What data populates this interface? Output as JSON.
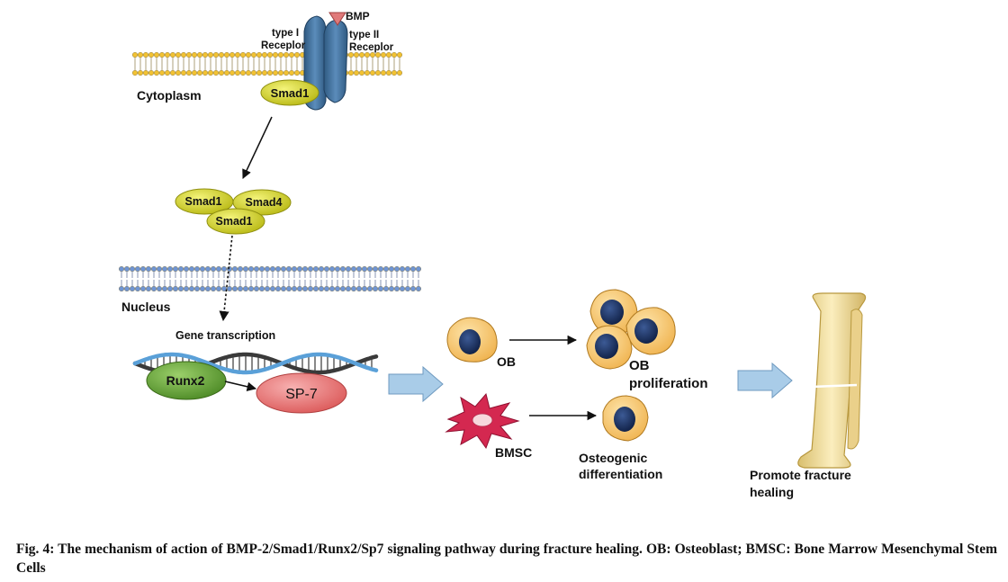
{
  "diagram": {
    "bmp": "BMP",
    "receptor_type1_line1": "type I",
    "receptor_type1_line2": "Receplor",
    "receptor_type2_line1": "type II",
    "receptor_type2_line2": "Receplor",
    "cytoplasm": "Cytoplasm",
    "smad1_membrane": "Smad1",
    "complex_smad1_a": "Smad1",
    "complex_smad4": "Smad4",
    "complex_smad1_b": "Smad1",
    "nucleus": "Nucleus",
    "gene_transcription": "Gene transcription",
    "runx2": "Runx2",
    "sp7": "SP-7",
    "ob": "OB",
    "ob_proliferation_line1": "OB",
    "ob_proliferation_line2": "proliferation",
    "bmsc": "BMSC",
    "osteogenic_line1": "Osteogenic",
    "osteogenic_line2": "differentiation",
    "fracture_line1": "Promote fracture",
    "fracture_line2": "healing"
  },
  "caption": "Fig. 4: The mechanism of action of BMP-2/Smad1/Runx2/Sp7 signaling pathway during fracture healing. OB: Osteoblast; BMSC: Bone Marrow Mesenchymal Stem Cells",
  "colors": {
    "membrane_head": "#f2c233",
    "nuclear_head": "#6f95d4",
    "receptor": "#3f6f9a",
    "smad": "#d2d21c",
    "runx2": "#6a9e3b",
    "sp7": "#e36a6a",
    "cell": "#f5c46a",
    "nucleus_cell": "#1d3566",
    "bmsc": "#d42850",
    "bone": "#f0dc9e",
    "big_arrow": "#a9cce8"
  }
}
